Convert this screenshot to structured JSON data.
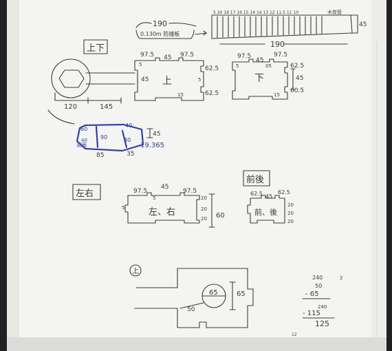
{
  "sheet": {
    "top_band": {
      "dimension": "190",
      "note": "0.130m 防撞板",
      "ticks": "5 20 18 17 16 15 14 14 13 12 11.5 11 10",
      "handle_label": "木炭管",
      "height": "45",
      "bottom_dimension": "190"
    },
    "top_bottom_section": {
      "title": "上下",
      "circle_dims": [
        "120",
        "145"
      ],
      "left_piece": {
        "label": "上",
        "dims_top": [
          "97.5",
          "45",
          "97.5"
        ],
        "dims_side": [
          "45",
          "62.5",
          "62.5"
        ],
        "small": [
          "5",
          "5",
          "15"
        ]
      },
      "right_piece": {
        "label": "下",
        "dims_top": [
          "97.5",
          "45",
          "97.5"
        ],
        "dims_side": [
          "62.5",
          "45",
          "60.5"
        ],
        "small": [
          "5",
          "05",
          "15"
        ]
      }
    },
    "blue_sketch": {
      "labels": [
        "60",
        "40",
        "40",
        "90",
        "40",
        "85",
        "35"
      ],
      "right_note": "45",
      "right_note2": "19.365",
      "left_note": "圆面"
    },
    "left_right_section": {
      "title": "左右",
      "label": "左、右",
      "dims_top": [
        "97.5",
        "45",
        "97.5"
      ],
      "side": [
        "5",
        "5",
        "20",
        "20",
        "20"
      ],
      "height": "60"
    },
    "front_back_section": {
      "title": "前後",
      "label": "前、後",
      "dims_top": [
        "62.5",
        "45",
        "62.5"
      ],
      "side": [
        "20",
        "20",
        "20"
      ]
    },
    "bottom_section": {
      "mark": "上",
      "circle": "65",
      "side_dim": "65",
      "left_dim": "50"
    },
    "arithmetic": {
      "lines": [
        "240",
        "50",
        "- 65",
        "240",
        "- 115",
        "125"
      ],
      "small": [
        "2",
        "12"
      ]
    }
  }
}
